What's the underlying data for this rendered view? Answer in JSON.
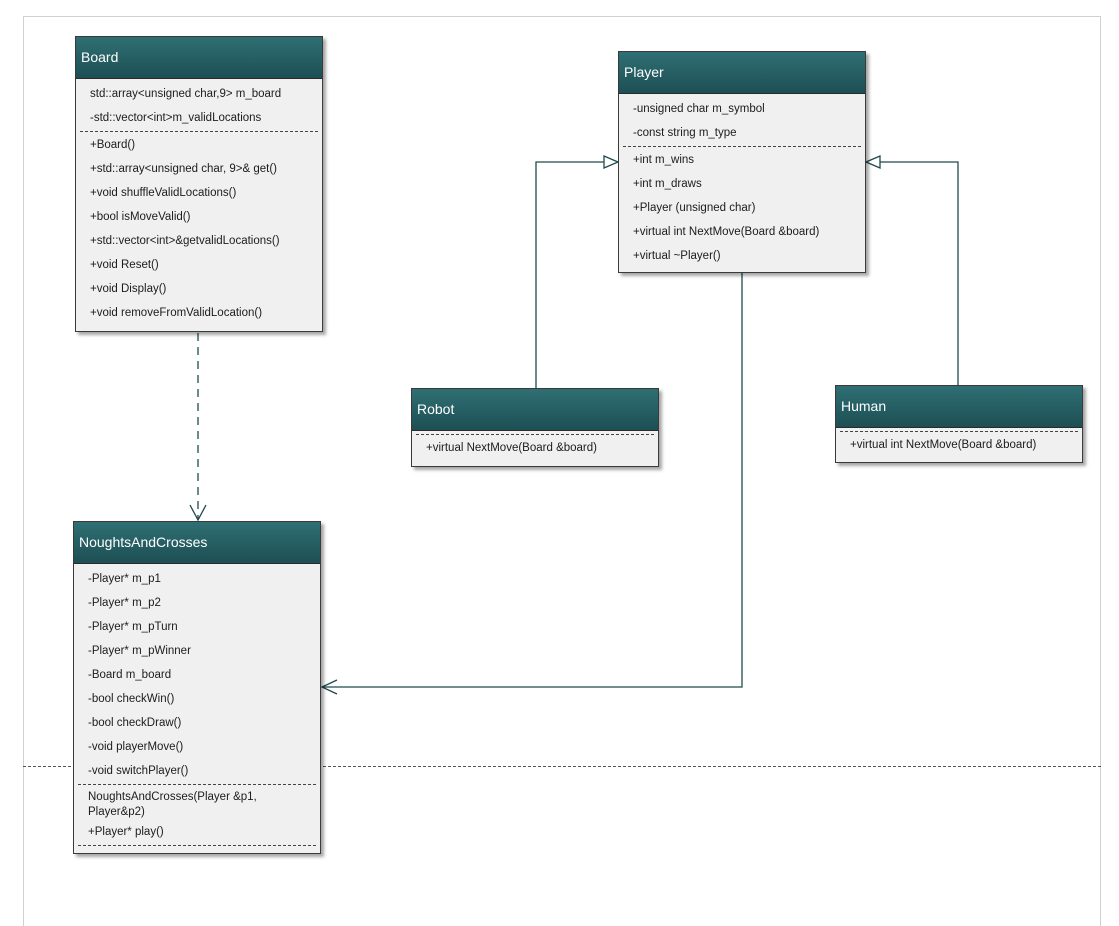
{
  "classes": {
    "board": {
      "name": "Board",
      "attributes": [
        "std::array<unsigned char,9> m_board",
        "-std::vector<int>m_validLocations"
      ],
      "methods": [
        "+Board()",
        "+std::array<unsigned char, 9>& get()",
        "+void shuffleValidLocations()",
        "+bool isMoveValid()",
        "+std::vector<int>&getvalidLocations()",
        "+void Reset()",
        "+void Display()",
        "+void removeFromValidLocation()"
      ]
    },
    "player": {
      "name": "Player",
      "attributes": [
        "-unsigned char m_symbol",
        "-const string m_type"
      ],
      "methods": [
        "+int m_wins",
        "+int m_draws",
        "+Player (unsigned char)",
        "+virtual int NextMove(Board &board)",
        "+virtual ~Player()"
      ]
    },
    "robot": {
      "name": "Robot",
      "methods": [
        "+virtual NextMove(Board &board)"
      ]
    },
    "human": {
      "name": "Human",
      "methods": [
        "+virtual int NextMove(Board &board)"
      ]
    },
    "noughts": {
      "name": "NoughtsAndCrosses",
      "attributes": [
        "-Player* m_p1",
        "-Player* m_p2",
        "-Player* m_pTurn",
        "-Player* m_pWinner",
        "-Board m_board",
        "-bool checkWin()",
        "-bool checkDraw()",
        "-void playerMove()",
        "-void switchPlayer()"
      ],
      "methods": [
        "NoughtsAndCrosses(Player &p1, Player&p2)",
        "+Player* play()"
      ]
    }
  },
  "colors": {
    "header_top": "#2f6f73",
    "header_bottom": "#1d4f54",
    "body": "#f0f0f0",
    "connector": "#1e4a4e"
  }
}
